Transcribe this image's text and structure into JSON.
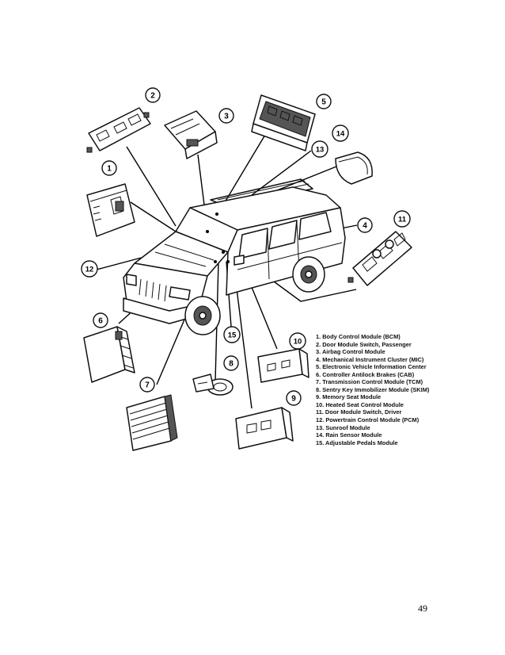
{
  "callouts": [
    "1",
    "2",
    "3",
    "4",
    "5",
    "6",
    "7",
    "8",
    "9",
    "10",
    "11",
    "12",
    "13",
    "14",
    "15"
  ],
  "legend": [
    "1. Body Control Module (BCM)",
    "2. Door Module Switch, Passenger",
    "3. Airbag Control Module",
    "4. Mechanical Instrument Cluster (MIC)",
    "5. Electronic Vehicle Information Center",
    "6. Controller Antilock Brakes (CAB)",
    "7. Transmission Control Module (TCM)",
    "8. Sentry Key Immobilizer Module (SKIM)",
    "9. Memory Seat Module",
    "10. Heated Seat Control Module",
    "11. Door Module Switch, Driver",
    "12. Powertrain Control Module (PCM)",
    "13. Sunroof Module",
    "14. Rain Sensor Module",
    "15. Adjustable Pedals Module"
  ],
  "page_number": "49"
}
